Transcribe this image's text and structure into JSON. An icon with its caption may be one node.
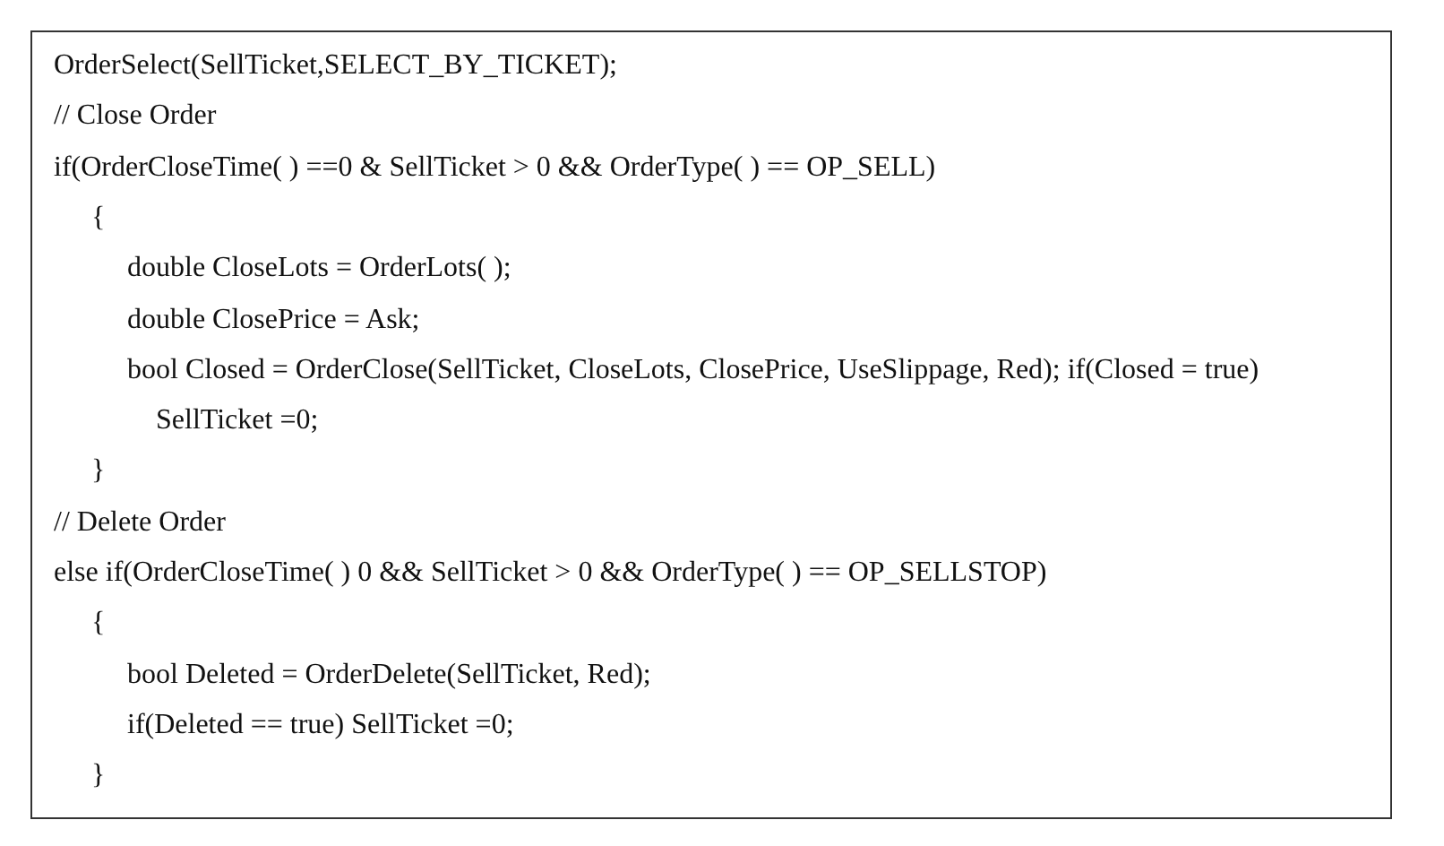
{
  "diagram": {
    "labels": [
      "OrderSelect(SellTicket,SELECT_BY_TICKET);",
      "// Close Order",
      "if(OrderCloseTime( ) ==0 & SellTicket > 0 && OrderType( ) == OP_SELL)",
      "{",
      "double CloseLots = OrderLots( );",
      "double ClosePrice = Ask;",
      "bool Closed = OrderClose(SellTicket, CloseLots, ClosePrice, UseSlippage, Red); if(Closed = true) SellTicket =0;",
      "}",
      "// Delete Order",
      "else if(OrderCloseTime( ) 0 && SellTicket > 0 && OrderType( ) == OP_SELLSTOP)",
      "{",
      "bool Deleted = OrderDelete(SellTicket, Red);",
      "if(Deleted == true) SellTicket =0;",
      "}"
    ]
  }
}
